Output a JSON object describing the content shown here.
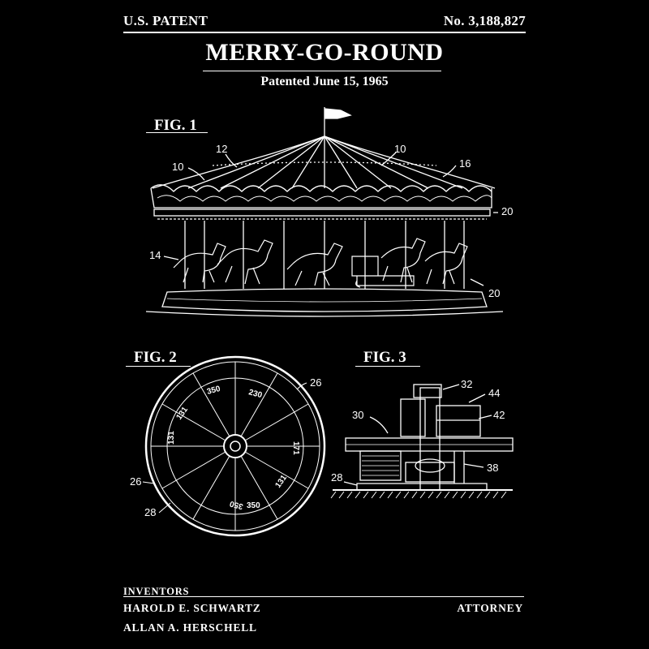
{
  "header": {
    "left": "U.S. PATENT",
    "right": "No. 3,188,827",
    "title": "MERRY-GO-ROUND",
    "subtitle": "Patented June 15, 1965"
  },
  "figures": {
    "fig1": {
      "label": "FIG. 1",
      "refs": [
        "12",
        "10",
        "10",
        "16",
        "20",
        "14",
        "20"
      ]
    },
    "fig2": {
      "label": "FIG. 2",
      "refs": [
        "26",
        "26",
        "28"
      ],
      "marks": [
        "350",
        "230",
        "131",
        "350",
        "350",
        "171",
        "131",
        "131"
      ]
    },
    "fig3": {
      "label": "FIG. 3",
      "refs": [
        "32",
        "44",
        "30",
        "42",
        "38",
        "28"
      ]
    }
  },
  "footer": {
    "inventors_label": "INVENTORS",
    "inventor_1": "HAROLD E. SCHWARTZ",
    "inventor_2": "ALLAN A. HERSCHELL",
    "attorney_label": "ATTORNEY"
  },
  "colors": {
    "background": "#000000",
    "ink": "#ffffff"
  }
}
